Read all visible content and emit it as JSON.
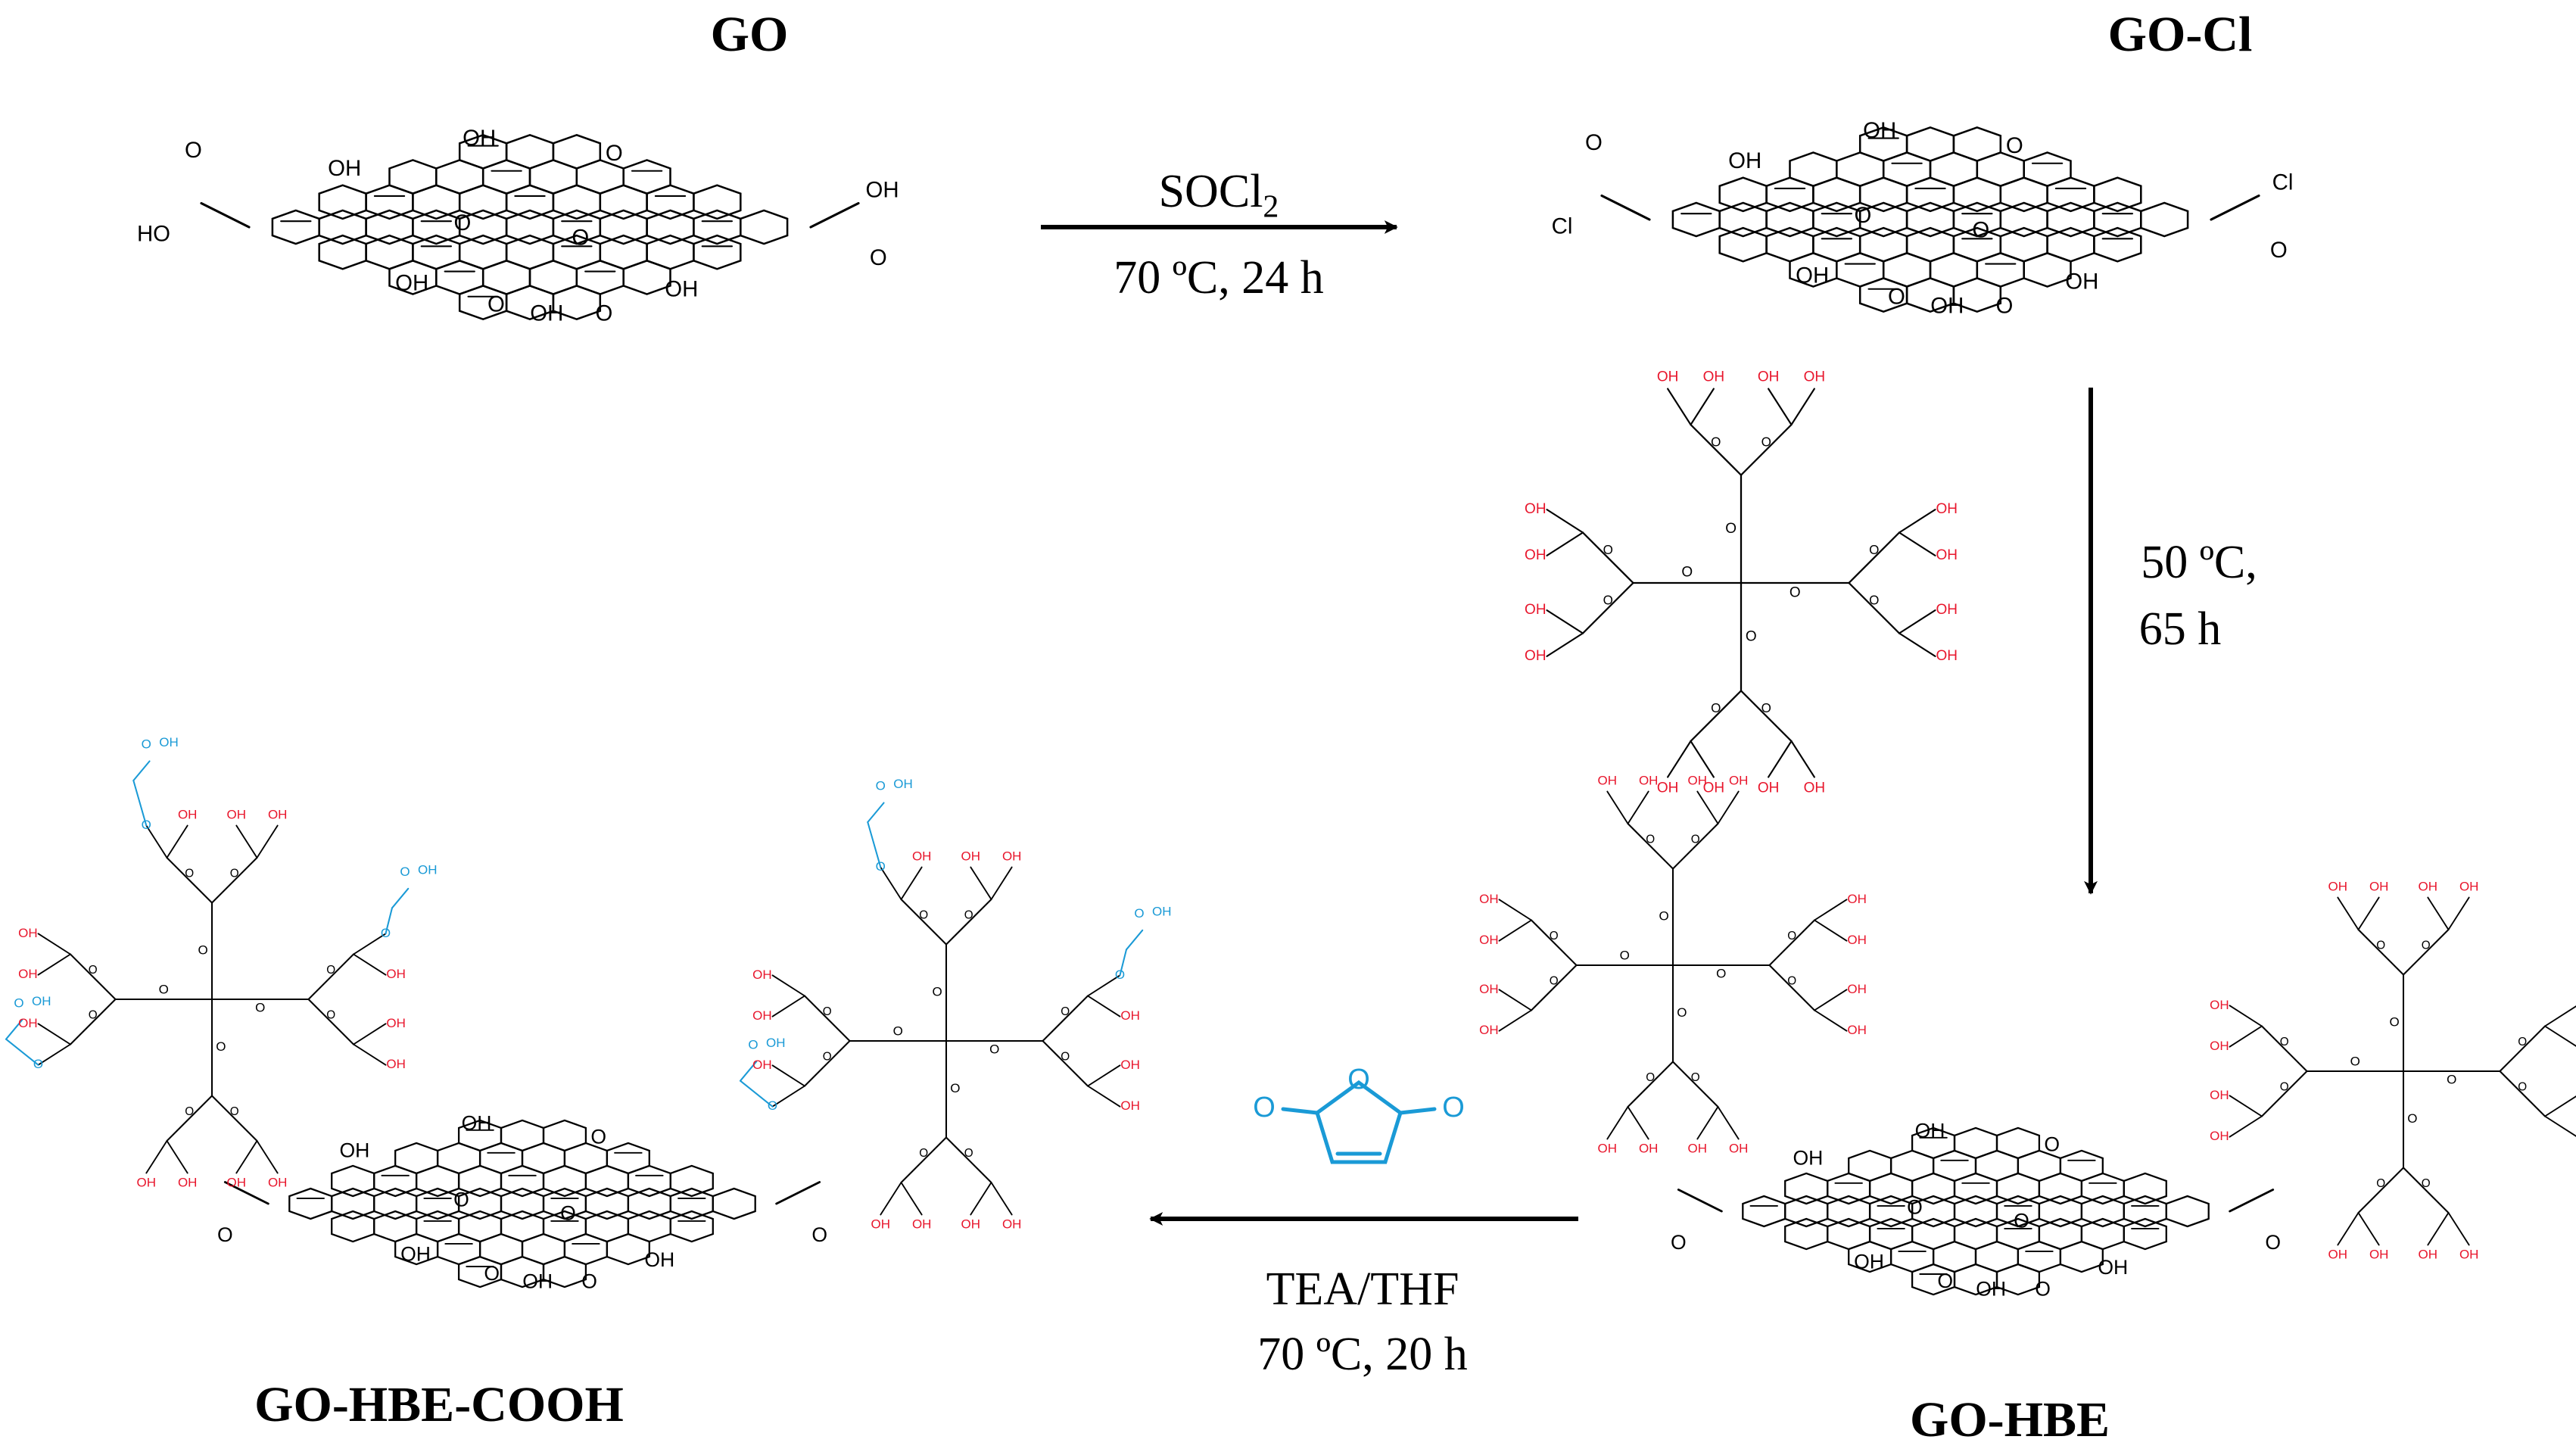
{
  "compounds": {
    "go": "GO",
    "go_cl": "GO-Cl",
    "go_hbe": "GO-HBE",
    "go_hbe_cooh": "GO-HBE-COOH"
  },
  "steps": {
    "step1": {
      "reagent": "SOCl",
      "reagent_subscript": "2",
      "conditions": "70 ºC, 24 h"
    },
    "step2": {
      "temperature": "50 ºC,",
      "time": "65 h"
    },
    "step3": {
      "reagent": "TEA/THF",
      "conditions": "70 ºC, 20 h"
    }
  },
  "atom_labels": {
    "hydroxyl": "OH",
    "hydroxyl_left": "HO",
    "oxygen": "O",
    "chlorine": "Cl"
  },
  "colors": {
    "skeleton": "#000000",
    "hydroxyl_end_groups": "#e8162c",
    "maleic_anhydride": "#1a9ad6",
    "arrows": "#000000"
  }
}
